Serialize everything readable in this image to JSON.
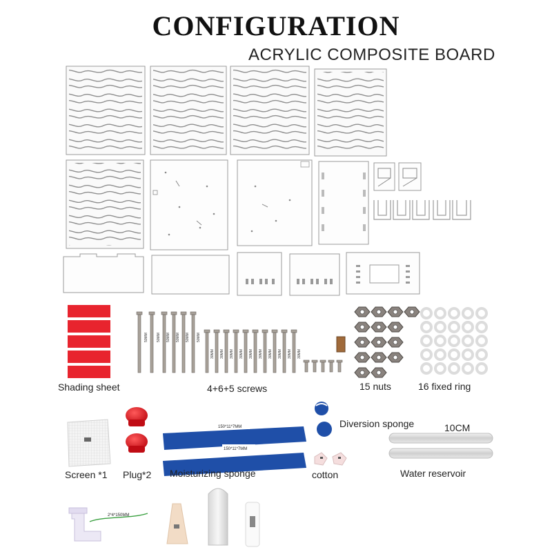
{
  "header": {
    "title": "CONFIGURATION",
    "subtitle": "ACRYLIC COMPOSITE BOARD"
  },
  "labels": {
    "shading_sheet": "Shading sheet",
    "screws": "4+6+5 screws",
    "nuts": "15 nuts",
    "fixed_ring": "16 fixed ring",
    "diversion_sponge": "Diversion sponge",
    "length": "10CM",
    "screen": "Screen *1",
    "plug": "Plug*2",
    "moisturizing_sponge": "Moisturizing sponge",
    "cotton": "cotton",
    "water_reservoir": "Water reservoir"
  },
  "markings": {
    "screw_long": "50MM",
    "screw_short": "30MM",
    "sponge_size": "150*11*7MM",
    "tube_size": "2*4*150MM"
  },
  "colors": {
    "shading": "#e8242e",
    "sponge_blue": "#1f4fa8",
    "plug_red": "#d8141e",
    "acrylic": "#9a9a9a"
  }
}
